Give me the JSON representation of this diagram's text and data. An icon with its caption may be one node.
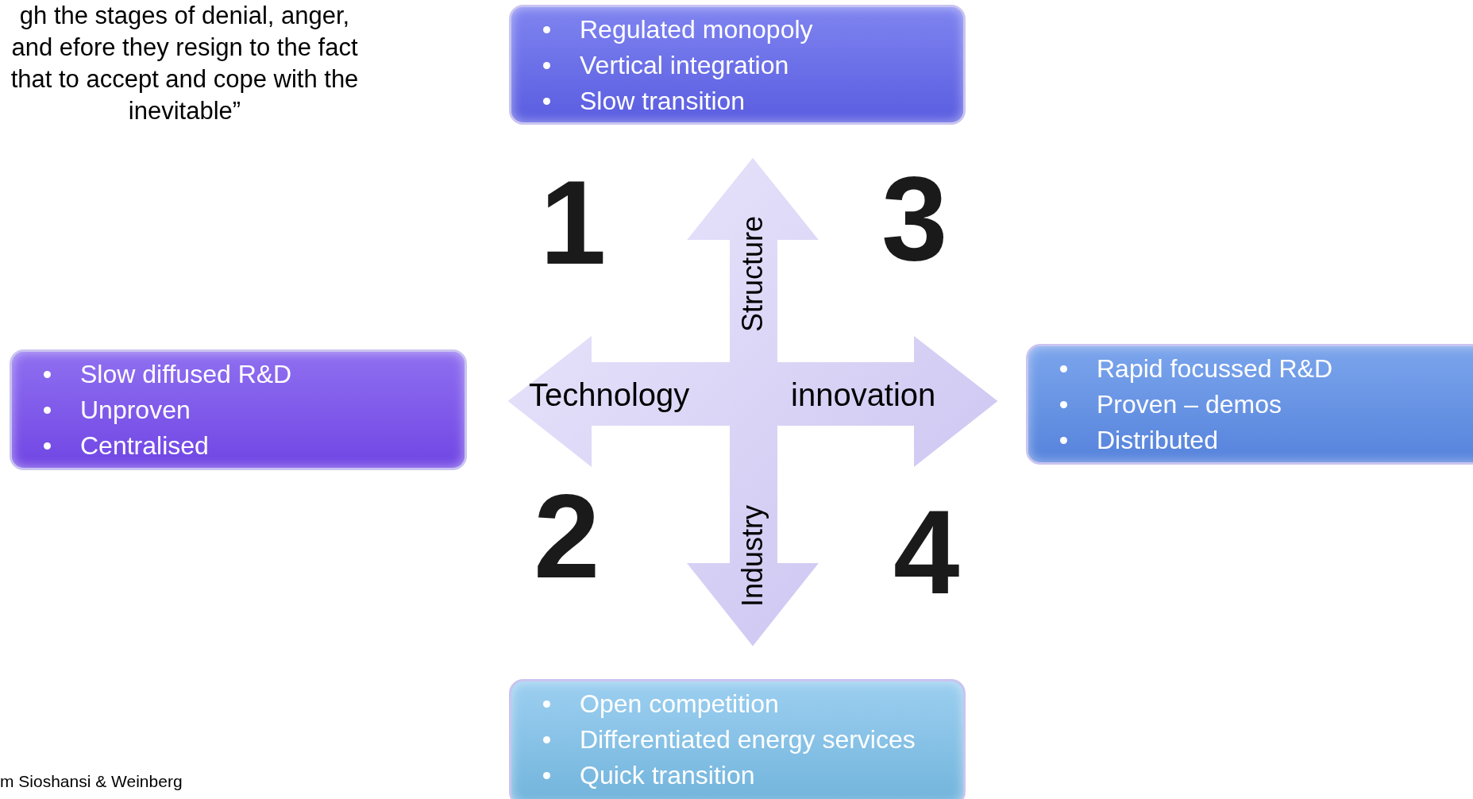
{
  "diagram": {
    "nodes": [
      {
        "text": [
          "Regulated monopoly",
          "Vertical integration",
          "Slow transition"
        ]
      },
      {
        "text": [
          "Slow diffused R&D",
          "Unproven",
          "Centralised"
        ]
      },
      {
        "text": [
          "Rapid focussed R&D",
          "Proven – demos",
          "Distributed"
        ]
      },
      {
        "text": [
          "Open competition",
          "Differentiated energy services",
          "Quick transition"
        ]
      }
    ],
    "labels": [
      "gh the stages of denial, anger, and efore they resign to the fact that to accept and cope with the inevitable”",
      "1",
      "3",
      "Structure",
      "Technology",
      "innovation",
      "2",
      "Industry",
      "4",
      "m Sioshansi & Weinberg"
    ]
  }
}
